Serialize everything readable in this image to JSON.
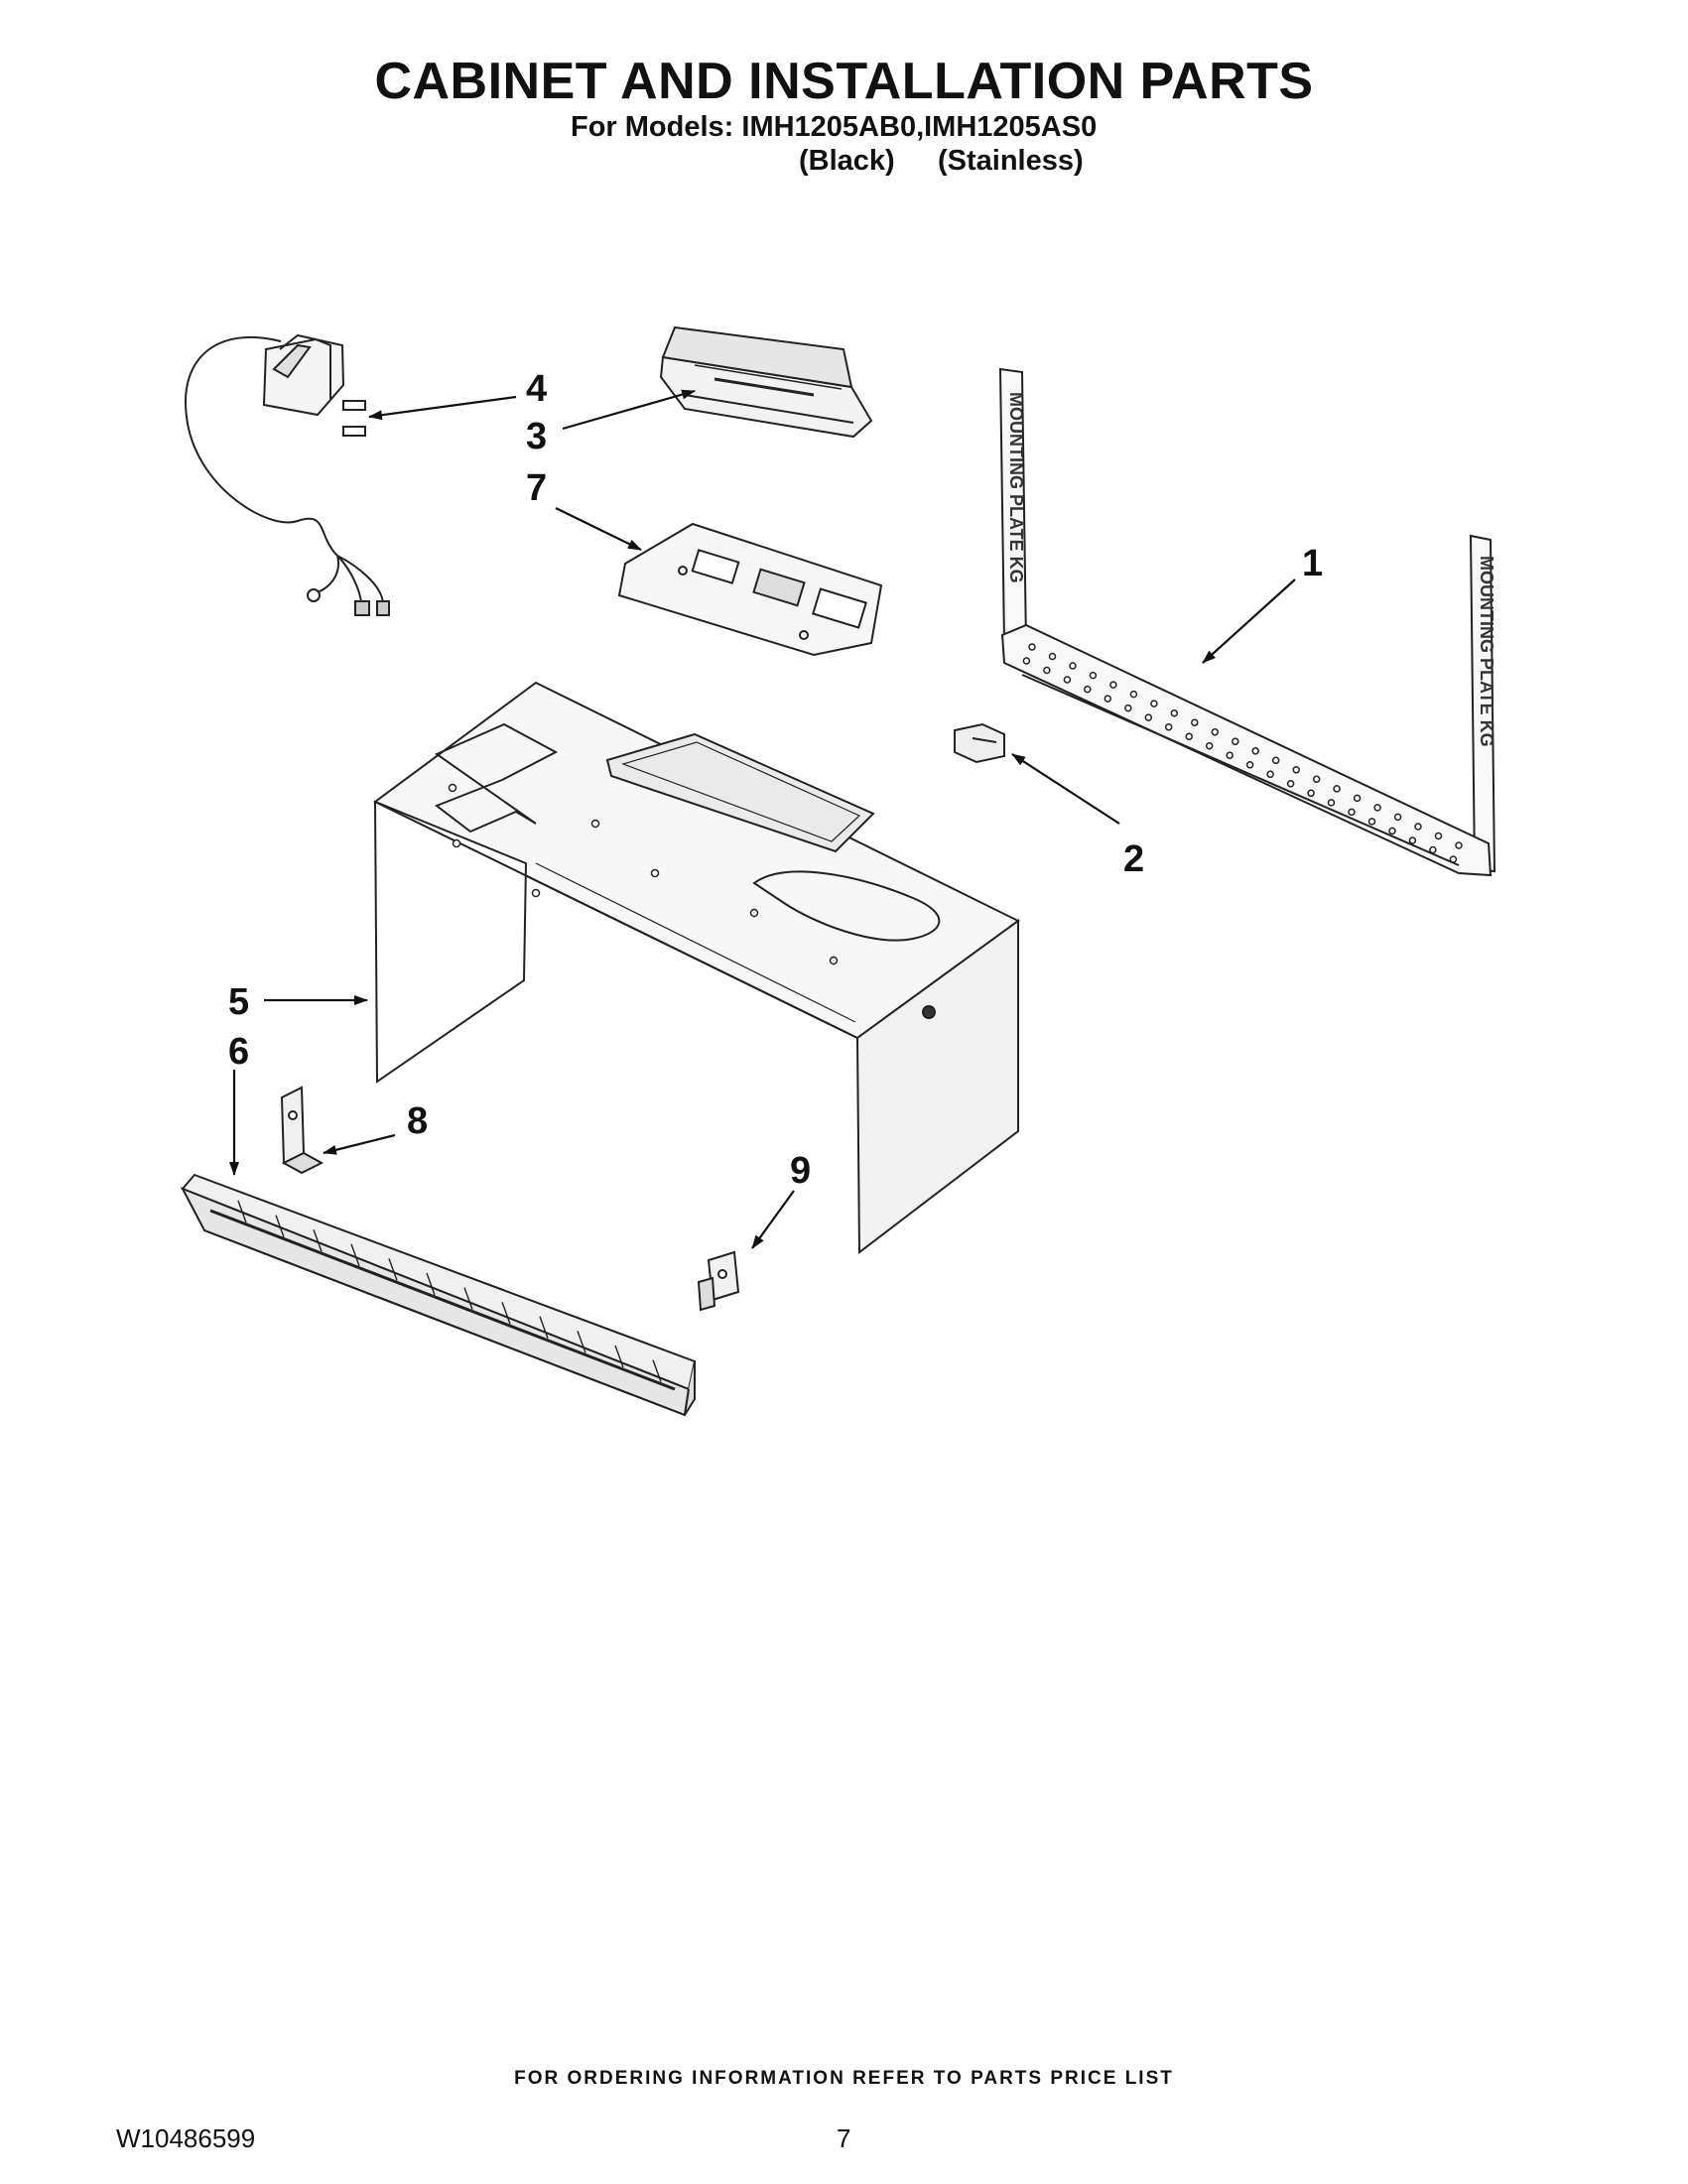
{
  "header": {
    "title": "CABINET AND INSTALLATION PARTS",
    "models_line": "For Models: IMH1205AB0,IMH1205AS0",
    "color_black": "(Black)",
    "color_stainless": "(Stainless)"
  },
  "parts": {
    "callout_1": "1",
    "callout_2": "2",
    "callout_3": "3",
    "callout_4": "4",
    "callout_5": "5",
    "callout_6": "6",
    "callout_7": "7",
    "callout_8": "8",
    "callout_9": "9",
    "mounting_plate_label": "MOUNTING PLATE KG"
  },
  "footer": {
    "ordering_note": "FOR ORDERING INFORMATION REFER TO PARTS PRICE LIST",
    "doc_number": "W10486599",
    "page_number": "7"
  }
}
